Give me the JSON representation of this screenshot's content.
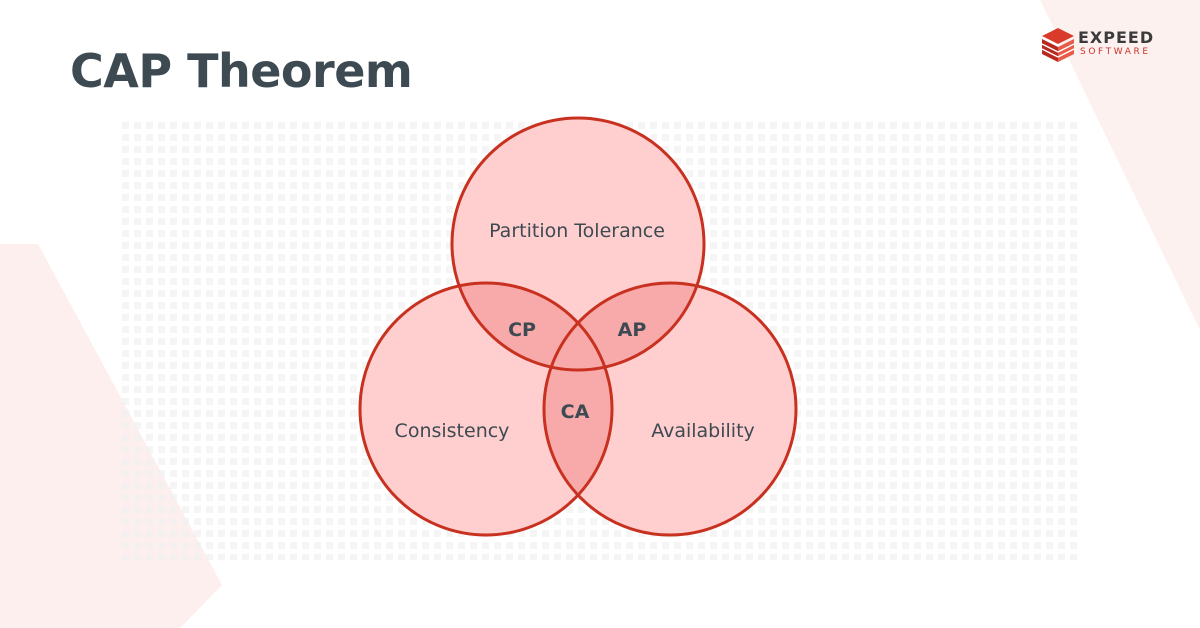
{
  "title": "CAP Theorem",
  "brand": {
    "name": "EXPEED",
    "tagline": "SOFTWARE"
  },
  "diagram": {
    "sets": [
      "Partition Tolerance",
      "Consistency",
      "Availability"
    ],
    "intersections": {
      "cp": "CP",
      "ap": "AP",
      "ca": "CA"
    }
  },
  "colors": {
    "circle_stroke": "#c8311f",
    "circle_fill": "#ffcfcf",
    "overlap_fill": "#f8a9aa",
    "accent": "#d93a2b",
    "text": "#3e4a52"
  }
}
